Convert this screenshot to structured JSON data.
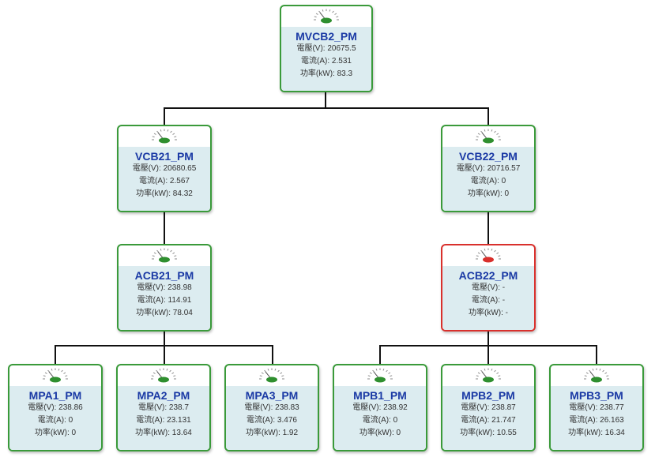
{
  "colors": {
    "normal_border": "#3a9a3a",
    "alarm_border": "#d9302c",
    "name_text": "#1b3aa5",
    "panel_bg": "#dcecf0"
  },
  "nodes": {
    "MVCB2_PM": {
      "name": "MVCB2_PM",
      "voltage": "電壓(V): 20675.5",
      "current": "電流(A): 2.531",
      "power": "功率(kW): 83.3",
      "status": "normal"
    },
    "VCB21_PM": {
      "name": "VCB21_PM",
      "voltage": "電壓(V): 20680.65",
      "current": "電流(A): 2.567",
      "power": "功率(kW): 84.32",
      "status": "normal"
    },
    "VCB22_PM": {
      "name": "VCB22_PM",
      "voltage": "電壓(V): 20716.57",
      "current": "電流(A): 0",
      "power": "功率(kW): 0",
      "status": "normal"
    },
    "ACB21_PM": {
      "name": "ACB21_PM",
      "voltage": "電壓(V): 238.98",
      "current": "電流(A): 114.91",
      "power": "功率(kW): 78.04",
      "status": "normal"
    },
    "ACB22_PM": {
      "name": "ACB22_PM",
      "voltage": "電壓(V): -",
      "current": "電流(A): -",
      "power": "功率(kW): -",
      "status": "alarm"
    },
    "MPA1_PM": {
      "name": "MPA1_PM",
      "voltage": "電壓(V): 238.86",
      "current": "電流(A): 0",
      "power": "功率(kW): 0",
      "status": "normal"
    },
    "MPA2_PM": {
      "name": "MPA2_PM",
      "voltage": "電壓(V): 238.7",
      "current": "電流(A): 23.131",
      "power": "功率(kW): 13.64",
      "status": "normal"
    },
    "MPA3_PM": {
      "name": "MPA3_PM",
      "voltage": "電壓(V): 238.83",
      "current": "電流(A): 3.476",
      "power": "功率(kW): 1.92",
      "status": "normal"
    },
    "MPB1_PM": {
      "name": "MPB1_PM",
      "voltage": "電壓(V): 238.92",
      "current": "電流(A): 0",
      "power": "功率(kW): 0",
      "status": "normal"
    },
    "MPB2_PM": {
      "name": "MPB2_PM",
      "voltage": "電壓(V): 238.87",
      "current": "電流(A): 21.747",
      "power": "功率(kW): 10.55",
      "status": "normal"
    },
    "MPB3_PM": {
      "name": "MPB3_PM",
      "voltage": "電壓(V): 238.77",
      "current": "電流(A): 26.163",
      "power": "功率(kW): 16.34",
      "status": "normal"
    }
  },
  "edges": [
    [
      "MVCB2_PM",
      "VCB21_PM"
    ],
    [
      "MVCB2_PM",
      "VCB22_PM"
    ],
    [
      "VCB21_PM",
      "ACB21_PM"
    ],
    [
      "VCB22_PM",
      "ACB22_PM"
    ],
    [
      "ACB21_PM",
      "MPA1_PM"
    ],
    [
      "ACB21_PM",
      "MPA2_PM"
    ],
    [
      "ACB21_PM",
      "MPA3_PM"
    ],
    [
      "ACB22_PM",
      "MPB1_PM"
    ],
    [
      "ACB22_PM",
      "MPB2_PM"
    ],
    [
      "ACB22_PM",
      "MPB3_PM"
    ]
  ]
}
